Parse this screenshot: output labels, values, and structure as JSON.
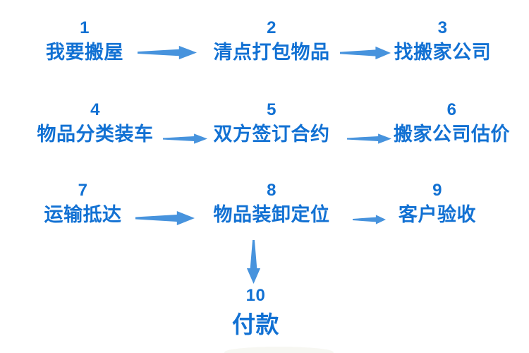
{
  "colors": {
    "step_text": "#1271d3",
    "arrow": "#4793dd",
    "background": "#ffffff"
  },
  "flowchart": {
    "type": "process-flow",
    "steps": [
      {
        "number": "1",
        "label": "我要搬屋"
      },
      {
        "number": "2",
        "label": "清点打包物品"
      },
      {
        "number": "3",
        "label": "找搬家公司"
      },
      {
        "number": "4",
        "label": "物品分类装车"
      },
      {
        "number": "5",
        "label": "双方签订合约"
      },
      {
        "number": "6",
        "label": "搬家公司估价"
      },
      {
        "number": "7",
        "label": "运输抵达"
      },
      {
        "number": "8",
        "label": "物品装卸定位"
      },
      {
        "number": "9",
        "label": "客户验收"
      },
      {
        "number": "10",
        "label": "付款"
      }
    ],
    "connections": [
      {
        "from": "1",
        "to": "2",
        "direction": "right"
      },
      {
        "from": "2",
        "to": "3",
        "direction": "right"
      },
      {
        "from": "4",
        "to": "5",
        "direction": "right"
      },
      {
        "from": "5",
        "to": "6",
        "direction": "right"
      },
      {
        "from": "7",
        "to": "8",
        "direction": "right"
      },
      {
        "from": "8",
        "to": "9",
        "direction": "right"
      },
      {
        "from": "8",
        "to": "10",
        "direction": "down"
      }
    ]
  }
}
